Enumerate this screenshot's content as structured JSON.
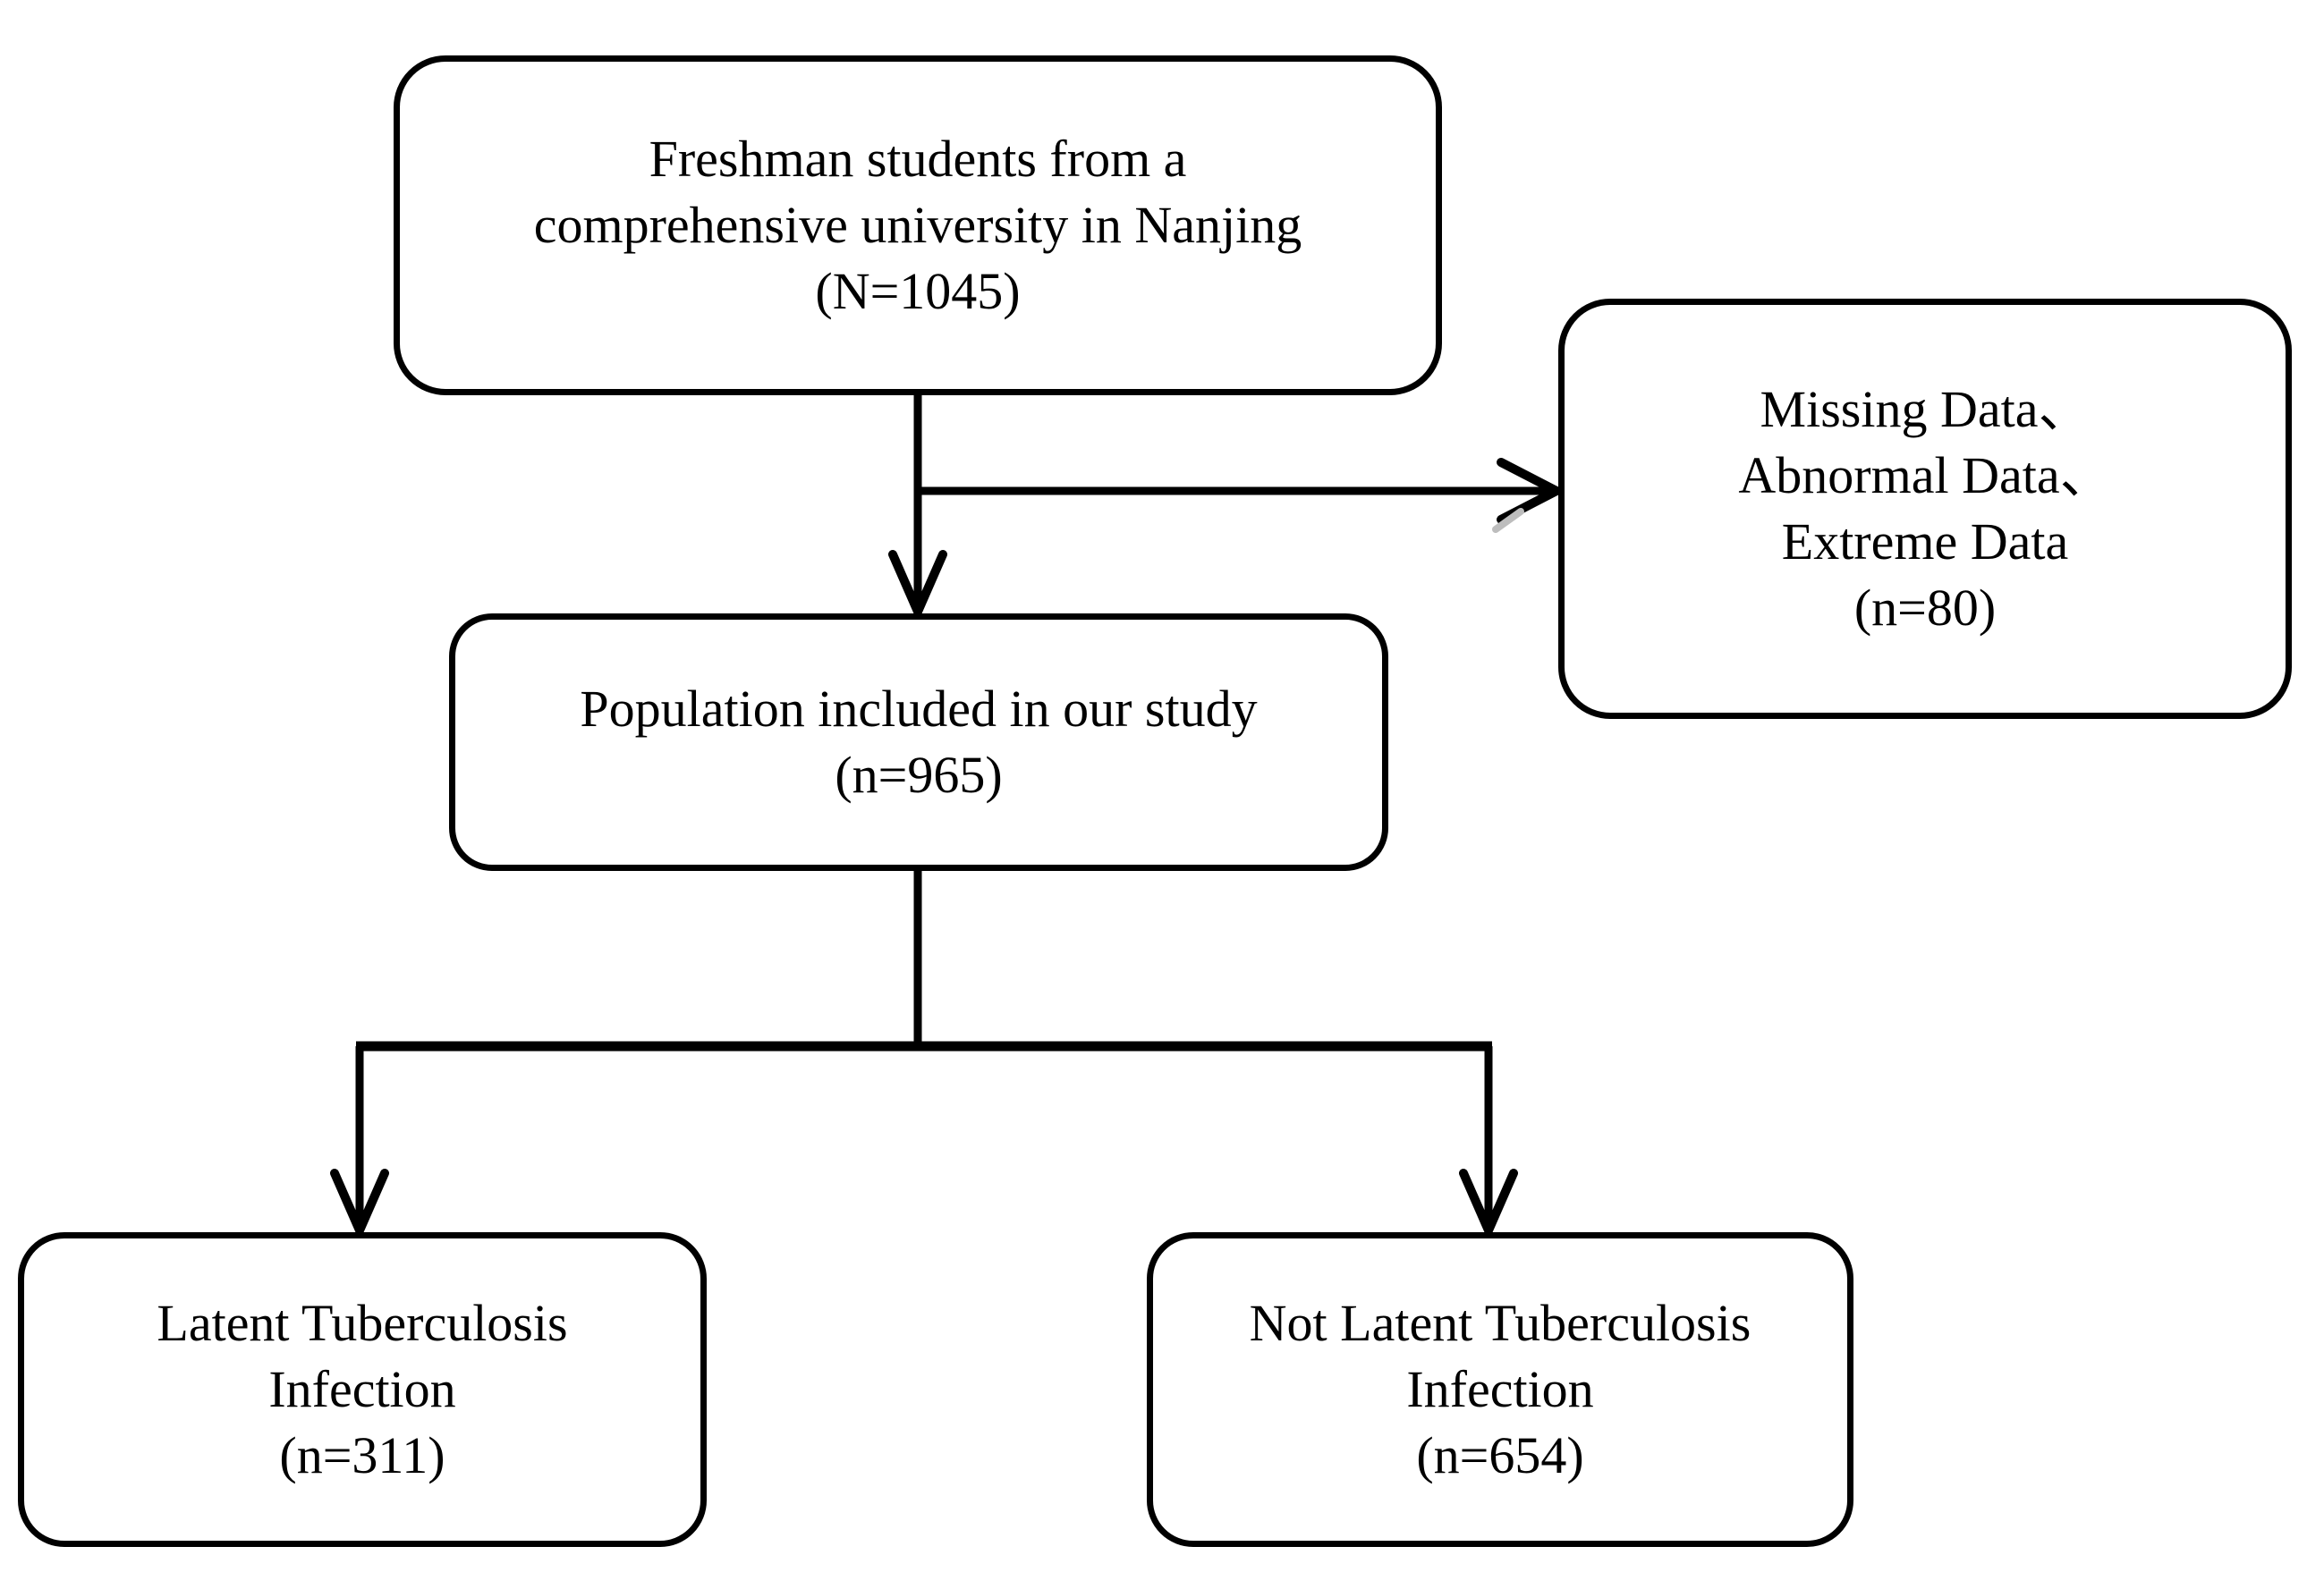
{
  "diagram": {
    "type": "flowchart",
    "title": "Study population selection flow",
    "orientation": "top-down",
    "stroke_color": "#000000",
    "fill_color": "#ffffff",
    "background_color": "#ffffff",
    "nodes": [
      {
        "id": "source",
        "name": "source-population-box",
        "shape": "rounded-rectangle",
        "lines": [
          "Freshman students from a",
          "comprehensive university in Nanjing",
          "(N=1045)"
        ],
        "count_label": "(N=1045)",
        "count": 1045
      },
      {
        "id": "excluded",
        "name": "excluded-data-box",
        "shape": "rounded-rectangle",
        "lines": [
          "Missing Data、",
          "Abnormal Data、",
          "Extreme Data",
          "(n=80)"
        ],
        "count_label": "(n=80)",
        "count": 80
      },
      {
        "id": "included",
        "name": "included-population-box",
        "shape": "rounded-rectangle",
        "lines": [
          "Population included in our study",
          "(n=965)"
        ],
        "count_label": "(n=965)",
        "count": 965
      },
      {
        "id": "ltbi",
        "name": "latent-tb-infection-box",
        "shape": "rounded-rectangle",
        "lines": [
          "Latent Tuberculosis",
          "Infection",
          "(n=311)"
        ],
        "count_label": "(n=311)",
        "count": 311
      },
      {
        "id": "not_ltbi",
        "name": "not-latent-tb-infection-box",
        "shape": "rounded-rectangle",
        "lines": [
          "Not Latent Tuberculosis",
          "Infection",
          "(n=654)"
        ],
        "count_label": "(n=654)",
        "count": 654
      }
    ],
    "edges": [
      {
        "id": "source-to-included",
        "from": "source",
        "to": "included",
        "arrowhead": true,
        "style": "straight-vertical"
      },
      {
        "id": "source-to-excluded",
        "from": "source",
        "to": "excluded",
        "arrowhead": true,
        "style": "branch-horizontal"
      },
      {
        "id": "included-to-ltbi",
        "from": "included",
        "to": "ltbi",
        "arrowhead": true,
        "style": "elbow-down-left"
      },
      {
        "id": "included-to-notltbi",
        "from": "included",
        "to": "not_ltbi",
        "arrowhead": true,
        "style": "elbow-down-right"
      }
    ]
  }
}
